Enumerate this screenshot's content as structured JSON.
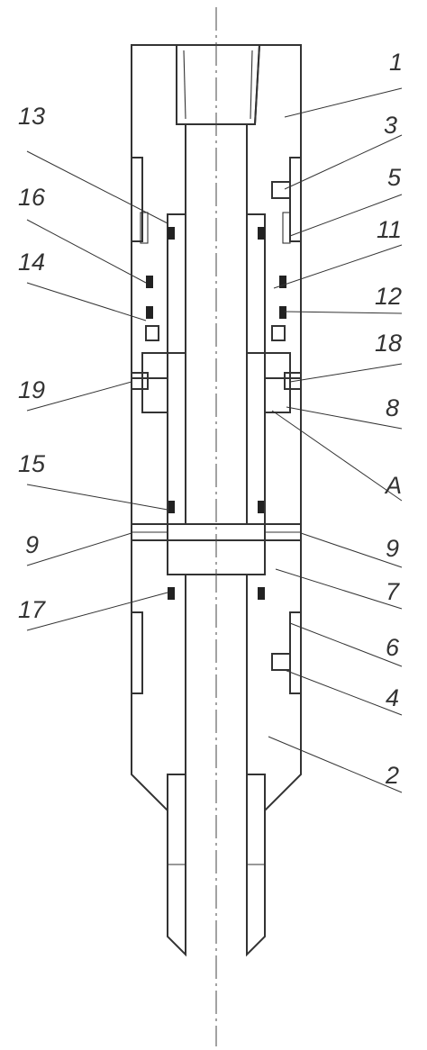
{
  "drawing": {
    "labels": {
      "l1": "1",
      "l2": "2",
      "l3": "3",
      "l4": "4",
      "l5": "5",
      "l6": "6",
      "l7": "7",
      "l8": "8",
      "l9a": "9",
      "l9b": "9",
      "l11": "11",
      "l12": "12",
      "l13": "13",
      "l14": "14",
      "l15": "15",
      "l16": "16",
      "l17": "17",
      "l18": "18",
      "l19": "19",
      "lA": "A"
    }
  }
}
